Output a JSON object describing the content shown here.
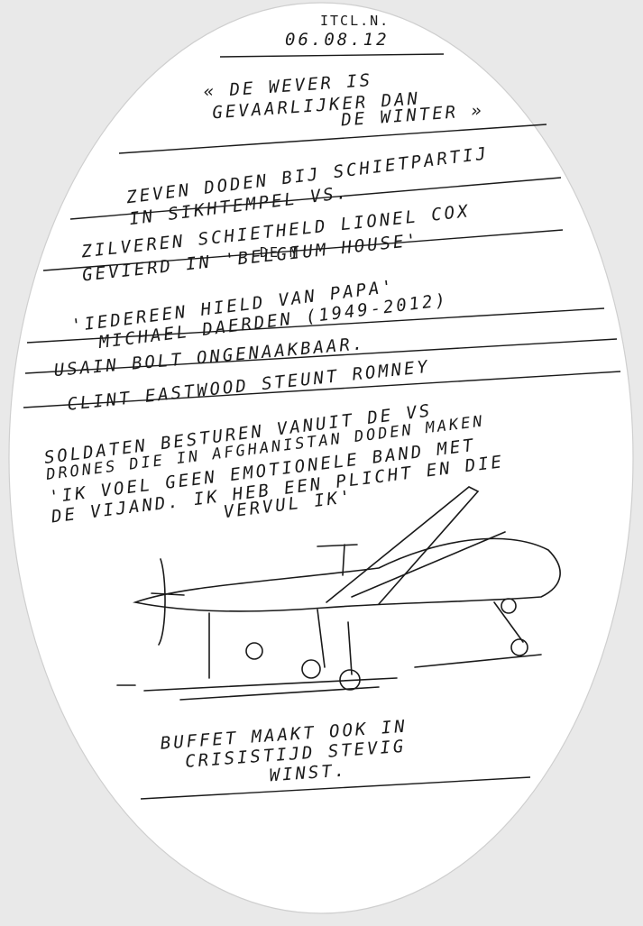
{
  "header": {
    "code": "ITCL.N.",
    "date": "06.08.12"
  },
  "headlines": [
    {
      "lines": [
        "« DE WEVER IS",
        "GEVAARLIJKER DAN",
        "DE WINTER »"
      ]
    },
    {
      "lines": [
        "ZEVEN DODEN BIJ SCHIETPARTIJ",
        "IN SIKHTEMPEL VS."
      ]
    },
    {
      "lines": [
        "ZILVEREN SCHIETHELD LIONEL COX",
        "GEVIERD IN 'BELGIUM HOUSE'"
      ]
    },
    {
      "lines": [
        "DE M",
        "'IEDEREEN HIELD VAN PAPA'",
        "MICHAEL DAERDEN (1949-2012)"
      ]
    },
    {
      "lines": [
        "USAIN BOLT ONGENAAKBAAR."
      ]
    },
    {
      "lines": [
        "CLINT EASTWOOD STEUNT ROMNEY"
      ]
    },
    {
      "lines": [
        "SOLDATEN BESTUREN VANUIT DE VS",
        "DRONES DIE IN AFGHANISTAN DODEN MAKEN",
        "'IK VOEL GEEN EMOTIONELE BAND MET",
        "DE VIJAND. IK HEB EEN PLICHT EN DIE",
        "VERVUL IK'"
      ]
    },
    {
      "lines": [
        "BUFFET MAAKT OOK IN",
        "CRISISTIJD STEVIG",
        "WINST."
      ]
    }
  ],
  "drawing": {
    "subject": "drone-sketch",
    "icon": "drone-icon"
  },
  "colors": {
    "ink": "#1a1a1a",
    "paper": "#ffffff",
    "background": "#e9e9e9"
  }
}
